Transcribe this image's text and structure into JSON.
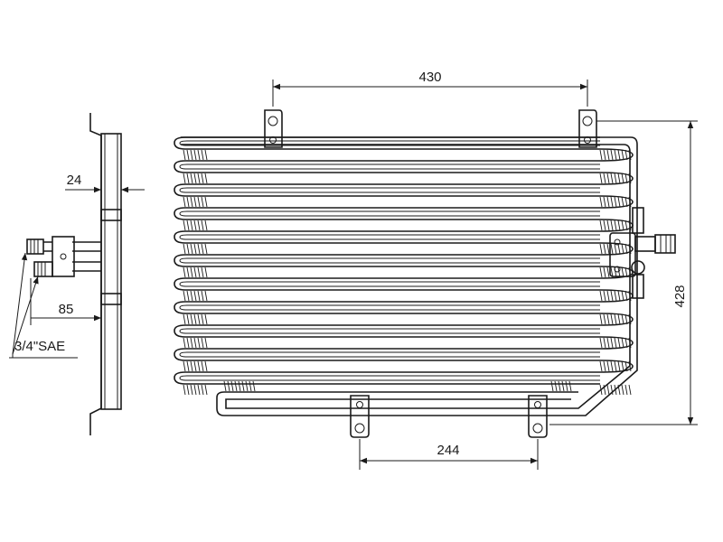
{
  "dimensions": {
    "width_top": "430",
    "height_right": "428",
    "depth_side": "24",
    "offset_side": "85",
    "bracket_spacing_bottom": "244"
  },
  "fitting_label": "3/4\"SAE",
  "colors": {
    "line": "#1a1a1a",
    "background": "#ffffff"
  }
}
